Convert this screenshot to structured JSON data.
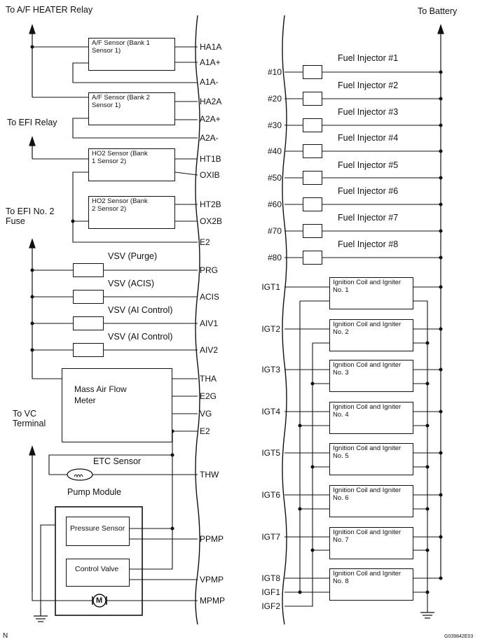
{
  "labels": {
    "to_af_heater_relay": "To A/F HEATER Relay",
    "to_battery": "To Battery",
    "to_efi_relay": "To EFI Relay",
    "to_efi_no2_fuse": "To EFI No. 2\nFuse",
    "to_vc_terminal": "To VC\nTerminal",
    "pump_module": "Pump Module",
    "figure_code": "G039842E03",
    "corner_letter": "N"
  },
  "sensors": [
    {
      "name": "A/F Sensor (Bank 1\nSensor 1)"
    },
    {
      "name": "A/F Sensor (Bank 2\nSensor 1)"
    },
    {
      "name": "HO2 Sensor (Bank\n1 Sensor 2)"
    },
    {
      "name": "HO2 Sensor (Bank\n2 Sensor 2)"
    }
  ],
  "vsv": [
    {
      "name": "VSV (Purge)"
    },
    {
      "name": "VSV (ACIS)"
    },
    {
      "name": "VSV (AI Control)"
    },
    {
      "name": "VSV (AI Control)"
    }
  ],
  "maf": "Mass Air Flow\nMeter",
  "etc_sensor": "ETC Sensor",
  "pressure_sensor": "Pressure Sensor",
  "control_valve": "Control Valve",
  "left_pins": [
    "HA1A",
    "A1A+",
    "A1A-",
    "HA2A",
    "A2A+",
    "A2A-",
    "HT1B",
    "OXIB",
    "HT2B",
    "OX2B",
    "E2",
    "PRG",
    "ACIS",
    "AIV1",
    "AIV2",
    "THA",
    "E2G",
    "VG",
    "E2",
    "THW",
    "PPMP",
    "VPMP",
    "MPMP"
  ],
  "injector_pins": [
    "#10",
    "#20",
    "#30",
    "#40",
    "#50",
    "#60",
    "#70",
    "#80"
  ],
  "injectors": [
    "Fuel Injector #1",
    "Fuel Injector #2",
    "Fuel Injector #3",
    "Fuel Injector #4",
    "Fuel Injector #5",
    "Fuel Injector #6",
    "Fuel Injector #7",
    "Fuel Injector #8"
  ],
  "igt_pins": [
    "IGT1",
    "IGT2",
    "IGT3",
    "IGT4",
    "IGT5",
    "IGT6",
    "IGT7",
    "IGT8"
  ],
  "igf_pins": [
    "IGF1",
    "IGF2"
  ],
  "coils": [
    "Ignition Coil and Igniter\nNo. 1",
    "Ignition Coil and Igniter\nNo. 2",
    "Ignition Coil and Igniter\nNo. 3",
    "Ignition Coil and Igniter\nNo. 4",
    "Ignition Coil and Igniter\nNo. 5",
    "Ignition Coil and Igniter\nNo. 6",
    "Ignition Coil and Igniter\nNo. 7",
    "Ignition Coil and Igniter\nNo. 8"
  ]
}
